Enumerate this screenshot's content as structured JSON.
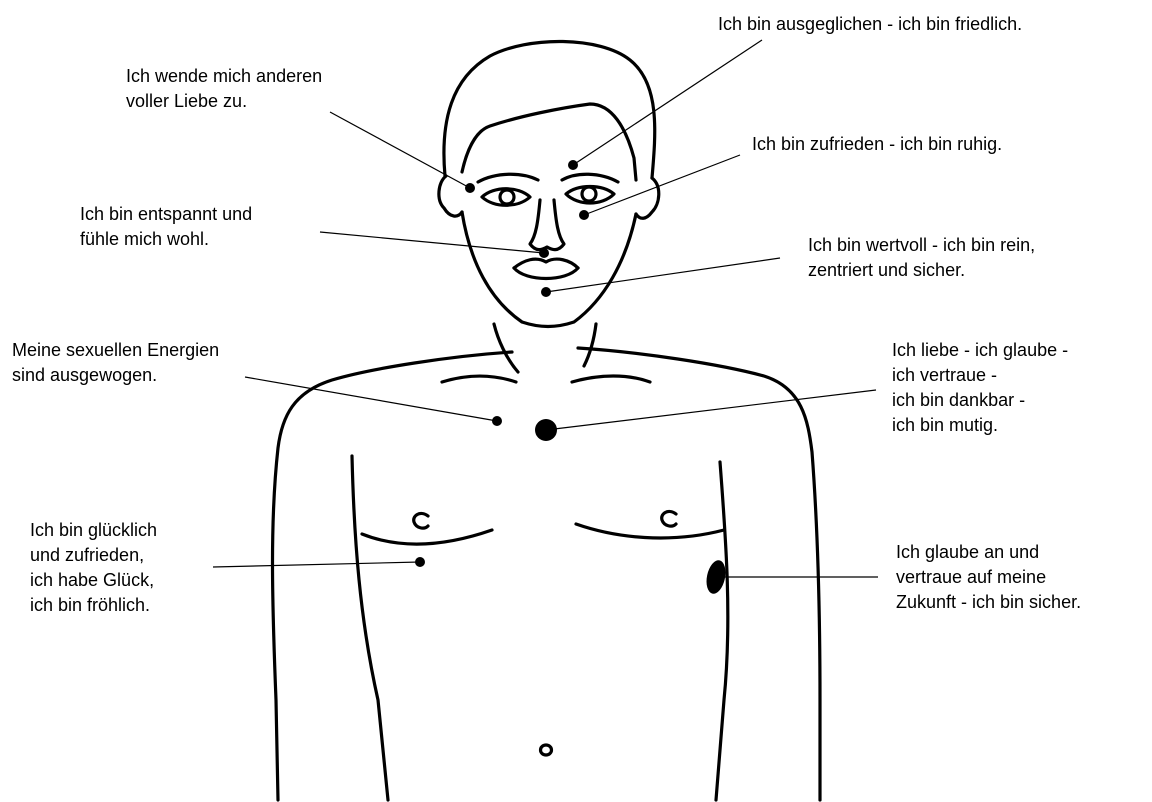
{
  "colors": {
    "ink": "#000000",
    "background": "#ffffff"
  },
  "labels": {
    "peace": {
      "lines": [
        "Ich bin ausgeglichen - ich bin friedlich."
      ]
    },
    "love_other": {
      "lines": [
        "Ich wende mich anderen",
        "voller Liebe zu."
      ]
    },
    "content": {
      "lines": [
        "Ich bin zufrieden - ich bin ruhig."
      ]
    },
    "relaxed": {
      "lines": [
        "Ich bin entspannt und",
        "fühle mich wohl."
      ]
    },
    "worth": {
      "lines": [
        "Ich bin wertvoll - ich bin rein,",
        "zentriert und sicher."
      ]
    },
    "sexual": {
      "lines": [
        "Meine sexuellen Energien",
        "sind ausgewogen."
      ]
    },
    "heart": {
      "lines": [
        "Ich liebe - ich glaube -",
        "ich vertraue -",
        "ich bin dankbar -",
        "ich bin mutig."
      ]
    },
    "happy": {
      "lines": [
        "Ich bin glücklich",
        "und zufrieden,",
        "ich habe Glück,",
        "ich bin fröhlich."
      ]
    },
    "future": {
      "lines": [
        "Ich glaube an und",
        "vertraue auf meine",
        "Zukunft - ich bin sicher."
      ]
    }
  }
}
